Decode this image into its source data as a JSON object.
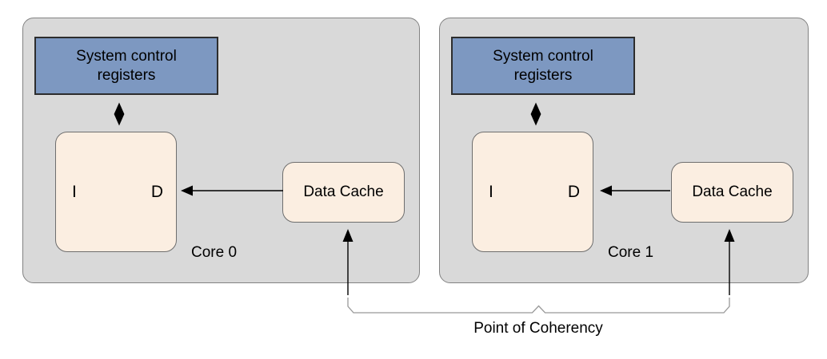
{
  "theme": {
    "canvas_bg": "#ffffff",
    "core_fill": "#d9d9d9",
    "core_border": "#828282",
    "registers_fill": "#7d98c1",
    "registers_border": "#2d2d2d",
    "cache_fill": "#fbeee1",
    "cache_border": "#6e6e6e",
    "arrow_color": "#000000",
    "brace_color": "#999999",
    "text_color": "#000000"
  },
  "diagram": {
    "cores": [
      {
        "name": "Core 0",
        "registers_label": "System control registers",
        "i_label": "I",
        "d_label": "D",
        "data_cache_label": "Data Cache"
      },
      {
        "name": "Core 1",
        "registers_label": "System control registers",
        "i_label": "I",
        "d_label": "D",
        "data_cache_label": "Data Cache"
      }
    ],
    "coherency_label": "Point of Coherency"
  }
}
